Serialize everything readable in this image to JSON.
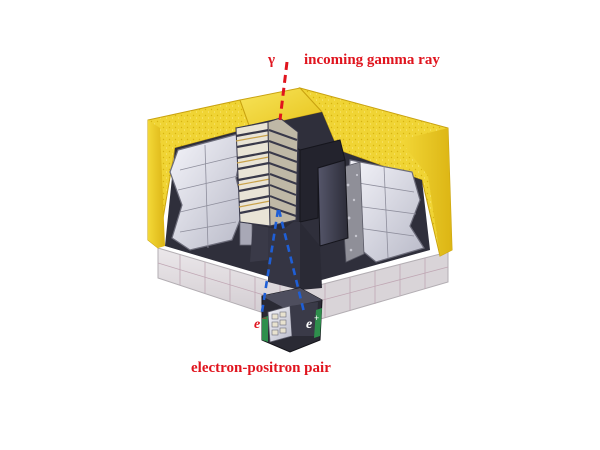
{
  "labels": {
    "gamma_symbol": "γ",
    "incoming": "incoming gamma ray",
    "pair": "electron-positron pair",
    "electron": "e",
    "electron_sup": "−",
    "positron": "e",
    "positron_sup": "+"
  },
  "colors": {
    "label": "#e0141e",
    "gamma_track": "#e0141e",
    "pair_track": "#1f5fd6",
    "blanket": "#f2d630",
    "tower_dark": "#3e3e4c",
    "module": "#d9d9e4",
    "base_grid": "#e2dde0"
  }
}
